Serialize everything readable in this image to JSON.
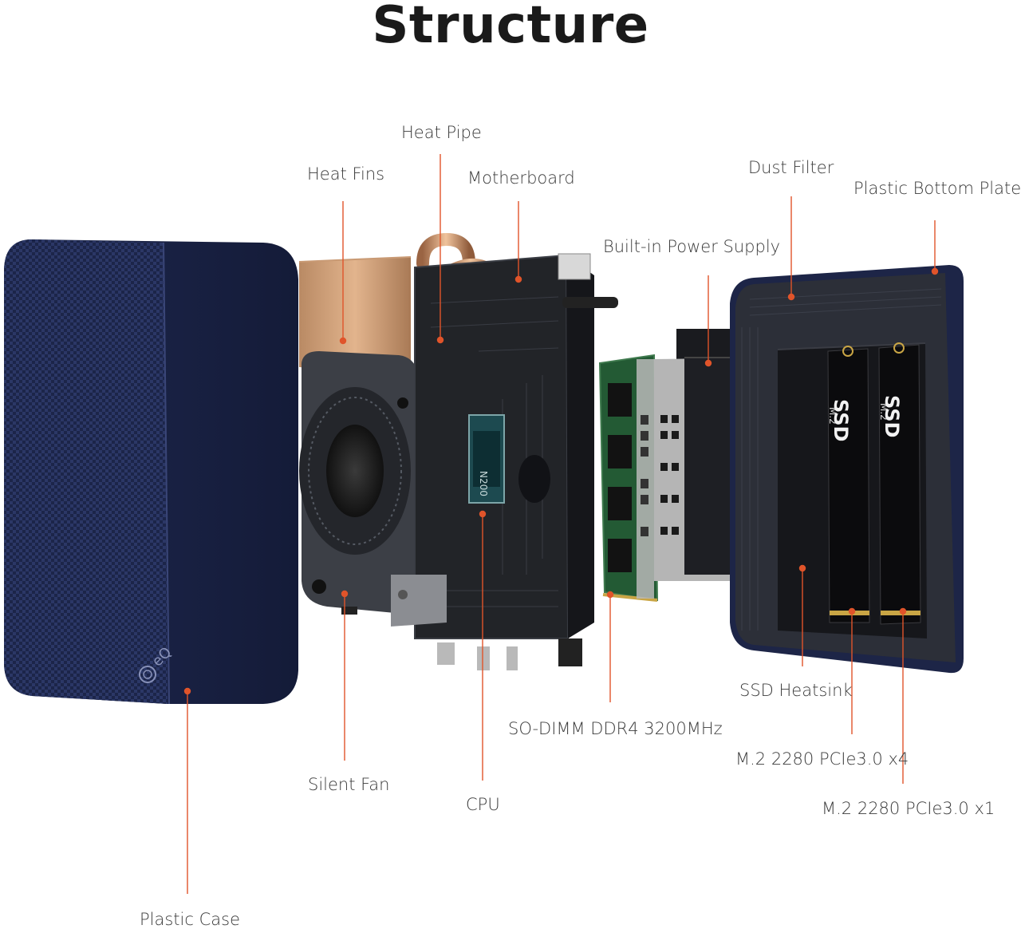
{
  "title": "Structure",
  "accent_color": "#e0542a",
  "case_color": "#1f2a4f",
  "logo_icon": "swirl-logo-icon",
  "labels": {
    "heat_pipe": "Heat Pipe",
    "heat_fins": "Heat Fins",
    "motherboard": "Motherboard",
    "dust_filter": "Dust Filter",
    "plastic_bottom_plate": "Plastic Bottom Plate",
    "built_in_power_supply": "Built-in Power Supply",
    "ssd_heatsink": "SSD Heatsink",
    "so_dimm": "SO-DIMM DDR4 3200MHz",
    "m2_x4": "M.2 2280 PCIe3.0 x4",
    "m2_x1": "M.2 2280 PCIe3.0 x1",
    "silent_fan": "Silent Fan",
    "cpu": "CPU",
    "plastic_case": "Plastic Case"
  },
  "component_text": {
    "cpu_chip": "N200",
    "ssd_label_1": "SSD",
    "ssd_label_2": "SSD",
    "ssd_form_1": "M.2",
    "ssd_form_2": "M.2",
    "case_logo": "eQ"
  }
}
